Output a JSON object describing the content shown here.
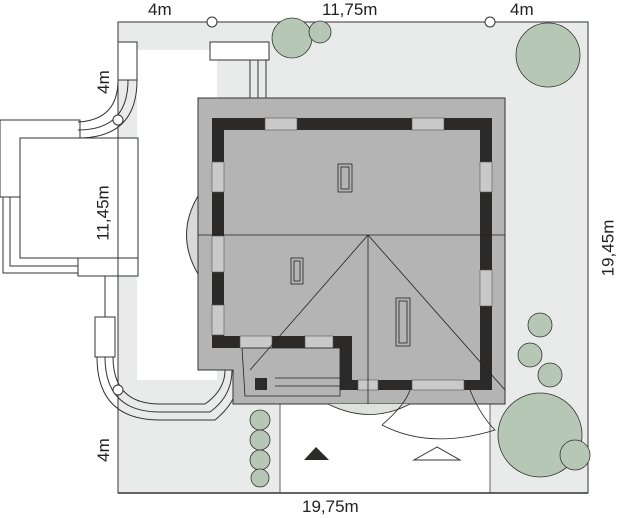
{
  "dimensions": {
    "top_left": "4m",
    "top_middle": "11,75m",
    "top_right": "4m",
    "left_upper": "4m",
    "left_middle": "11,45m",
    "left_lower": "4m",
    "right": "19,45m",
    "bottom": "19,75m"
  },
  "colors": {
    "plot": "#e9ebea",
    "roof": "#b3b4b3",
    "wall": "#2b2a29",
    "tree": "#b7c7b6"
  }
}
